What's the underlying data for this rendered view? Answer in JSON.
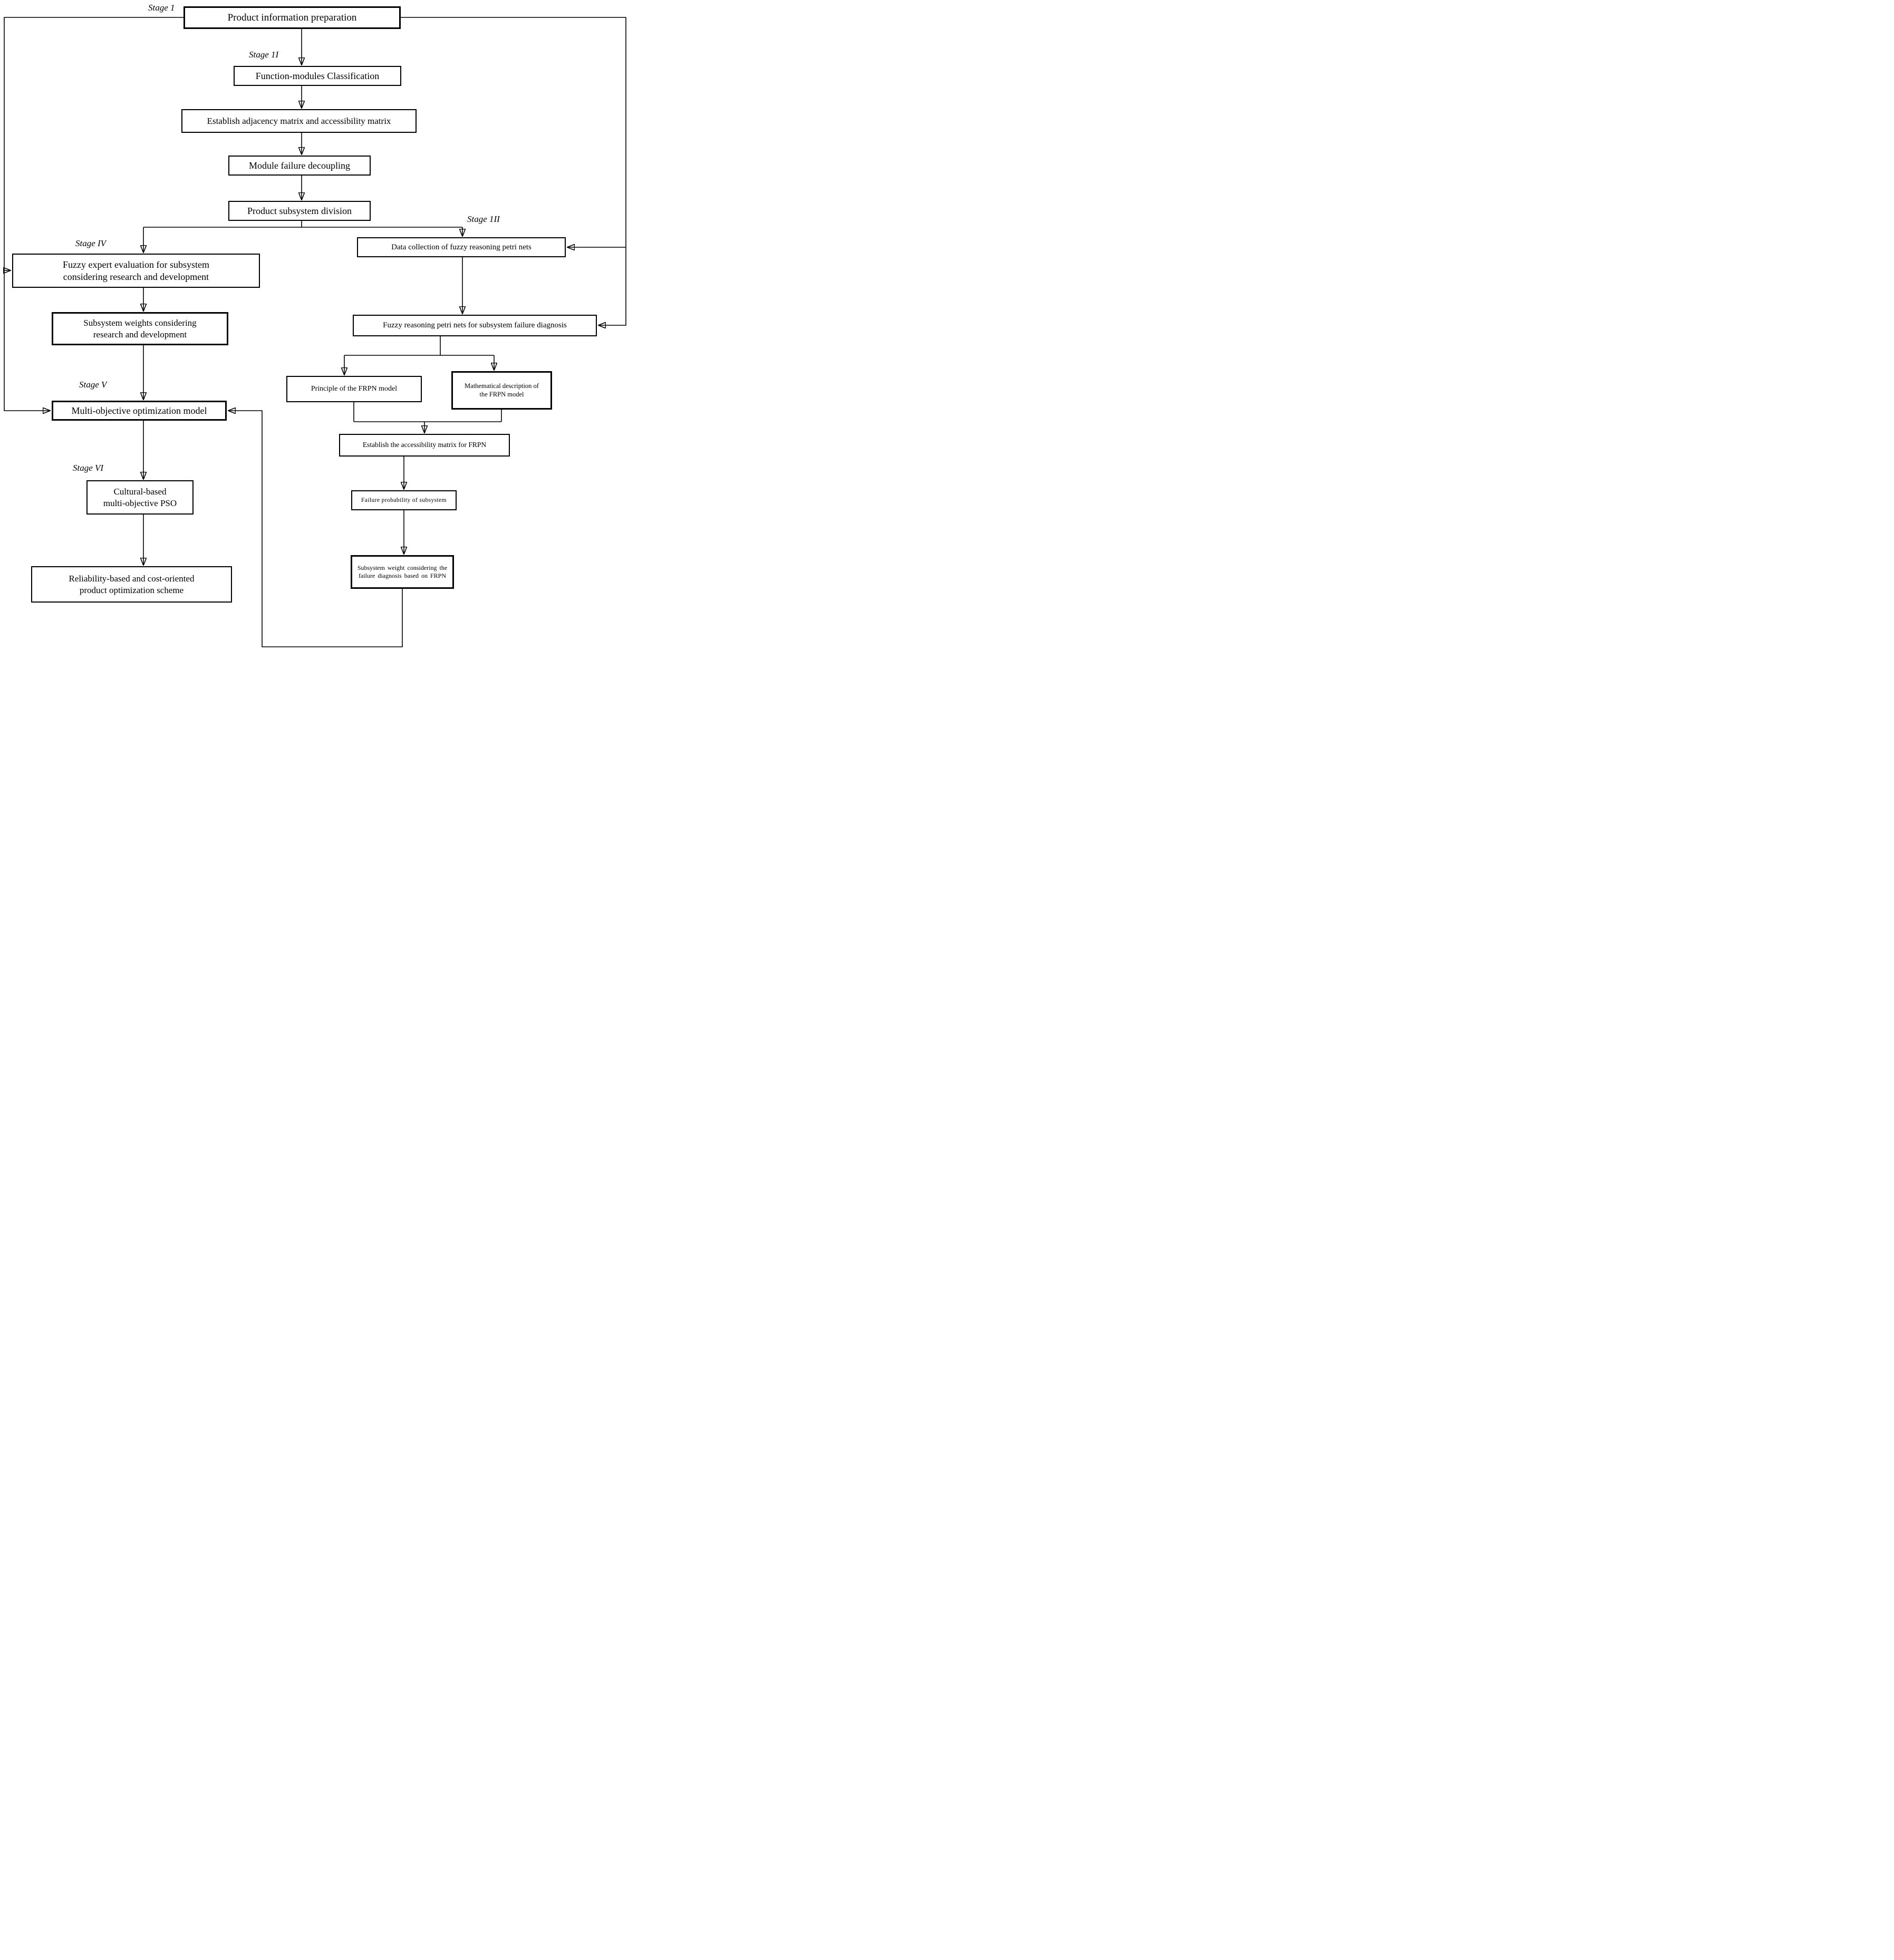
{
  "stages": {
    "s1": "Stage 1",
    "s2": "Stage 1I",
    "s3": "Stage 1II",
    "s4": "Stage IV",
    "s5": "Stage V",
    "s6": "Stage VI"
  },
  "nodes": {
    "product_info": {
      "l1": "Product information preparation"
    },
    "function_modules": {
      "l1": "Function-modules Classification"
    },
    "adjacency_matrix": {
      "l1": "Establish adjacency matrix and accessibility matrix"
    },
    "module_failure": {
      "l1": "Module failure decoupling"
    },
    "subsystem_division": {
      "l1": "Product subsystem division"
    },
    "fuzzy_expert": {
      "l1": "Fuzzy expert evaluation for subsystem",
      "l2": "considering research and development"
    },
    "subsystem_weights_rd": {
      "l1": "Subsystem weights considering",
      "l2": "research and development"
    },
    "multi_objective": {
      "l1": "Multi-objective optimization model"
    },
    "cultural_pso": {
      "l1": "Cultural-based",
      "l2": "multi-objective PSO"
    },
    "reliability_scheme": {
      "l1": "Reliability-based and cost-oriented",
      "l2": "product optimization scheme"
    },
    "data_collection": {
      "l1": "Data collection of fuzzy reasoning petri nets"
    },
    "frpn_diagnosis": {
      "l1": "Fuzzy reasoning petri nets for subsystem failure diagnosis"
    },
    "principle_frpn": {
      "l1": "Principle of the FRPN model"
    },
    "math_description": {
      "l1": "Mathematical description of",
      "l2": "the FRPN model"
    },
    "accessibility_frpn": {
      "l1": "Establish the accessibility matrix for FRPN"
    },
    "failure_probability": {
      "l1": "Failure probability of subsystem"
    },
    "subsystem_weight_frpn": {
      "l1": "Subsystem weight considering the",
      "l2": "failure diagnosis based on FRPN"
    }
  }
}
